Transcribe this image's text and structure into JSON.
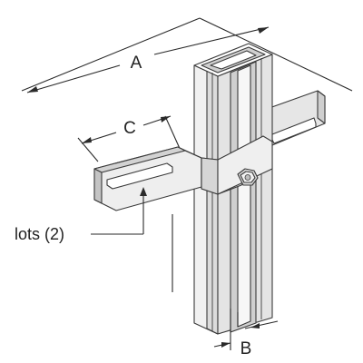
{
  "labels": {
    "dim_a": "A",
    "dim_b": "B",
    "dim_c": "C",
    "slots_callout": "lots (2)"
  },
  "colors": {
    "line": "#3a3a3a",
    "metal_light": "#ececec",
    "metal_mid": "#d8d8d8",
    "metal_dark": "#bdbdbd",
    "background": "#ffffff"
  }
}
